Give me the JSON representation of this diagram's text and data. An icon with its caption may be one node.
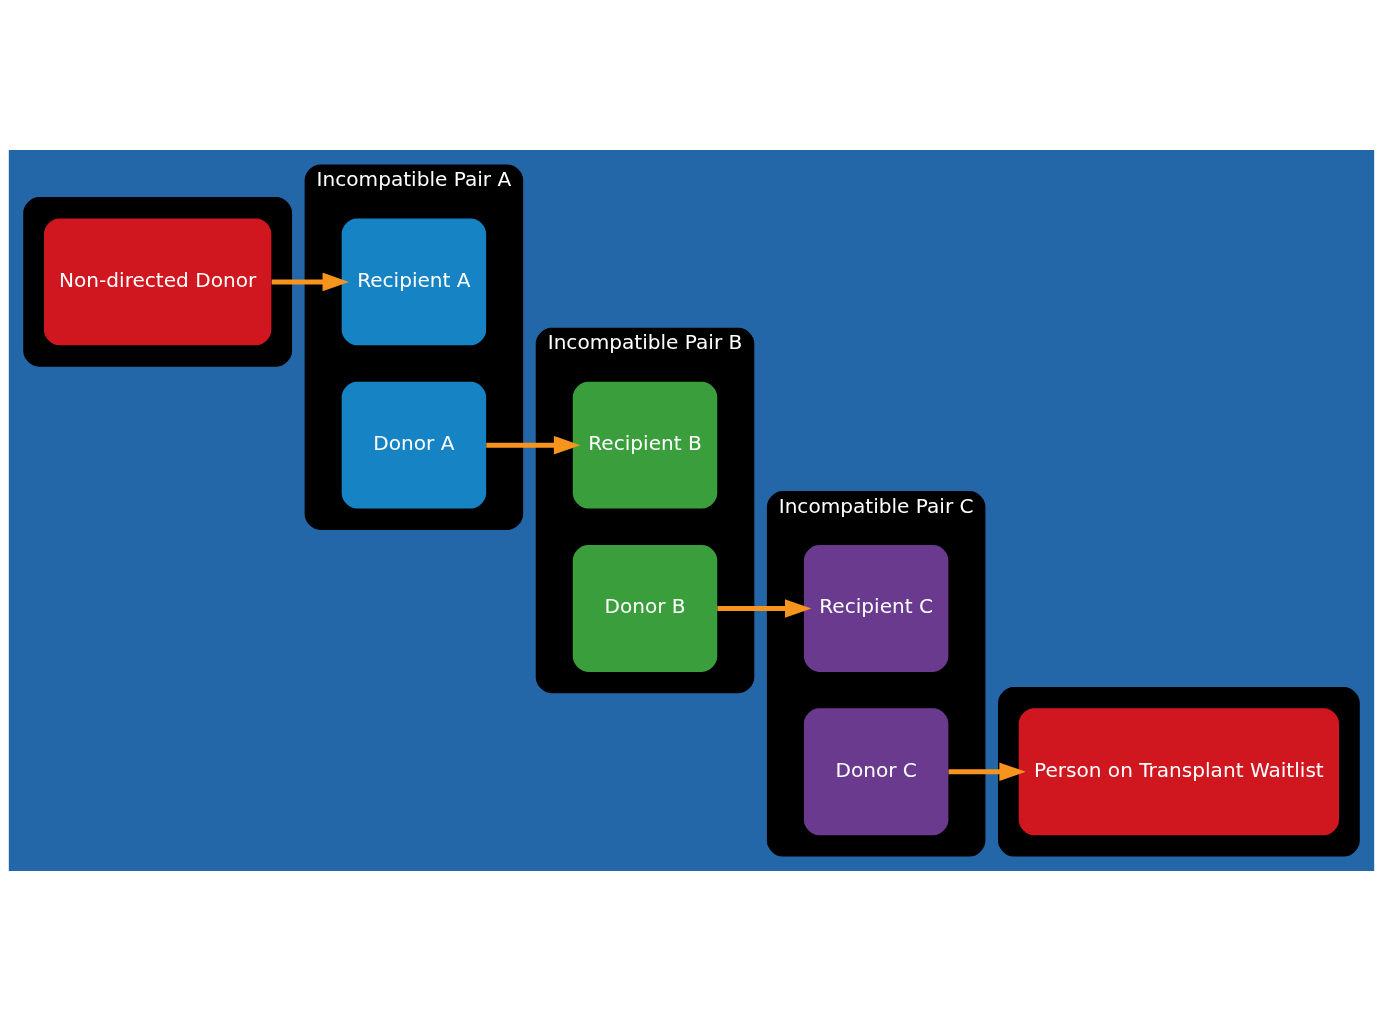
{
  "diagram": {
    "nodes": [
      {
        "text": [],
        "shape": "box"
      },
      {
        "text": [
          "Non-directed Donor"
        ],
        "in": 0
      },
      {
        "text": [
          "Incompatible Pair A"
        ]
      },
      {
        "text": [
          "Recipient A"
        ],
        "in": 2
      },
      {
        "text": [
          "Donor A"
        ],
        "in": 2
      },
      {
        "text": [
          "Incompatible Pair B"
        ]
      },
      {
        "text": [
          "Recipient B"
        ],
        "in": 5
      },
      {
        "text": [
          "Donor B"
        ],
        "in": 5
      },
      {
        "text": [
          "Incompatible Pair C"
        ]
      },
      {
        "text": [
          "Recipient C"
        ],
        "in": 8
      },
      {
        "text": [
          "Donor C"
        ],
        "in": 8
      },
      {
        "text": [],
        "shape": "box"
      },
      {
        "text": [
          "Person on Transplant Waitlist"
        ],
        "in": 11
      }
    ],
    "edges": [
      {
        "from": 1,
        "to": 3,
        "arrow": "to",
        "color": "#f7941d"
      },
      {
        "from": 4,
        "to": 6,
        "arrow": "to",
        "color": "#f7941d"
      },
      {
        "from": 7,
        "to": 9,
        "arrow": "to",
        "color": "#f7941d"
      },
      {
        "from": 10,
        "to": 12,
        "arrow": "to",
        "color": "#f7941d"
      }
    ]
  }
}
